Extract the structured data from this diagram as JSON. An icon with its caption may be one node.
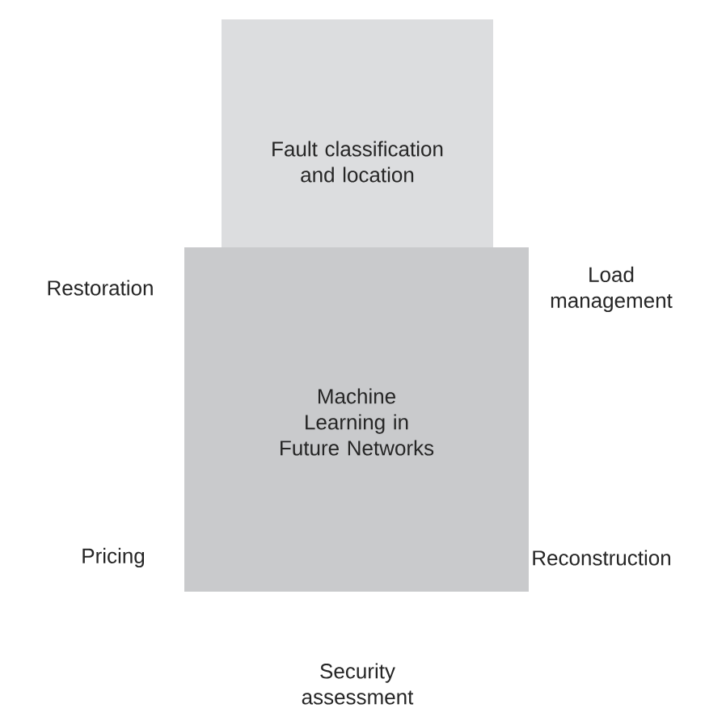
{
  "diagram": {
    "nodes": [
      {
        "text": [
          "Fault classification and location"
        ]
      },
      {
        "text": [
          "Machine Learning in Future Networks"
        ]
      }
    ],
    "edges": [],
    "labels": [
      "Restoration",
      "Load management",
      "Pricing",
      "Reconstruction",
      "Security assessment"
    ]
  }
}
